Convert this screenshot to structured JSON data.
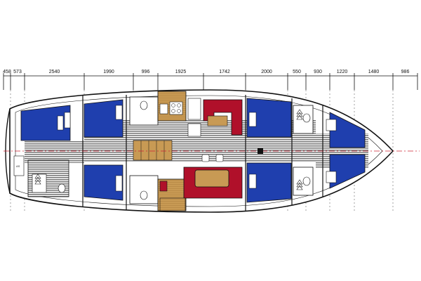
{
  "drawing": {
    "dimensions": [
      "458",
      "573",
      "2540",
      "1990",
      "996",
      "1925",
      "1742",
      "2000",
      "550",
      "930",
      "1220",
      "1480",
      "986"
    ],
    "cabinet_mark": "AS"
  },
  "colors": {
    "hull_outline": "#111111",
    "berth_blue": "#1f3fae",
    "saloon_red": "#b0102a",
    "galley_wood": "#c89a54",
    "teak_floor": "#8f8f8f",
    "centerline": "#cc2233",
    "background": "#ffffff"
  }
}
